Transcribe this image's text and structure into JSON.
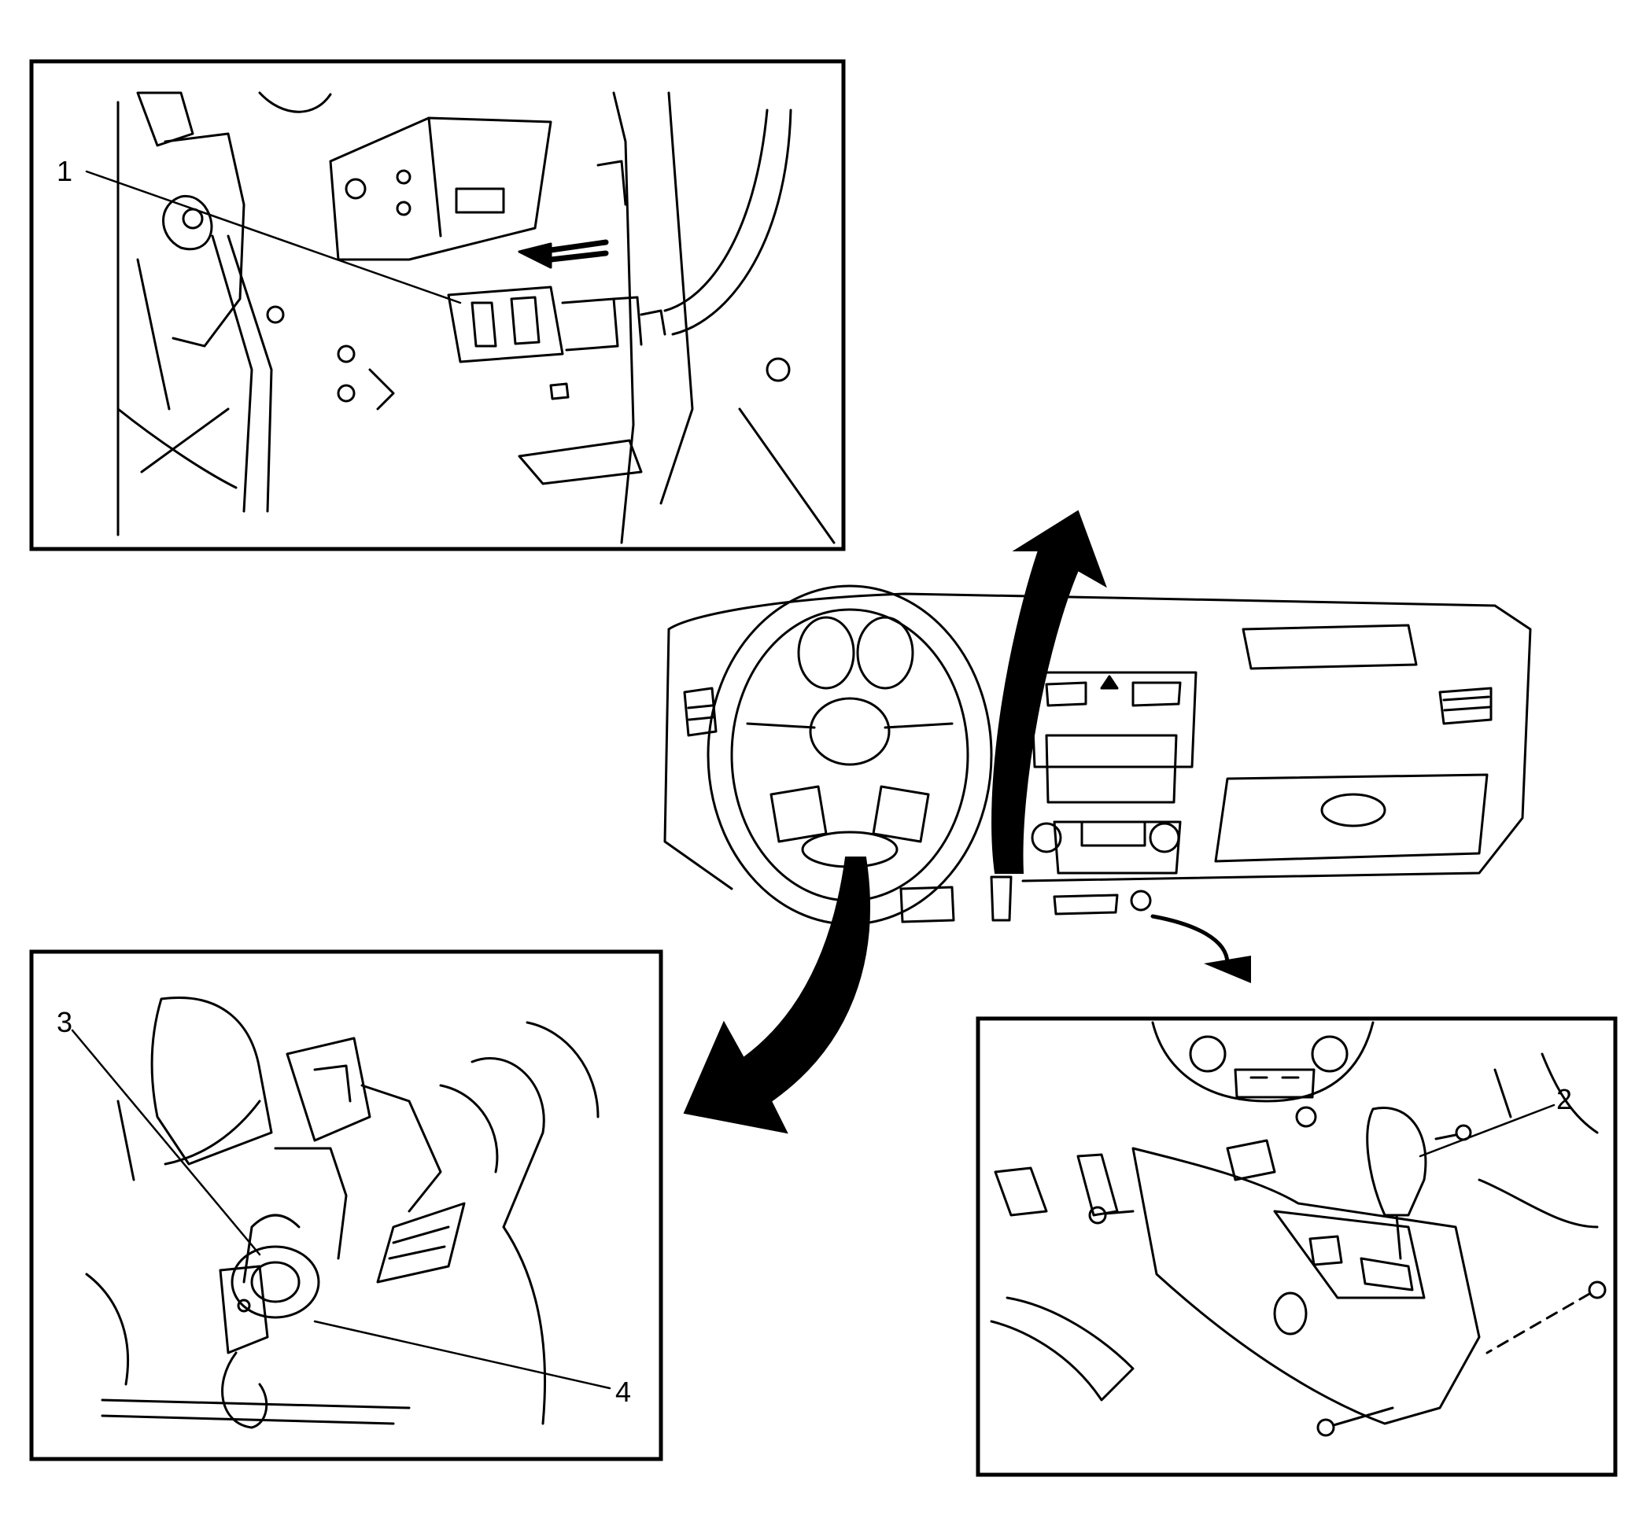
{
  "diagram": {
    "callouts": {
      "c1": "1",
      "c2": "2",
      "c3": "3",
      "c4": "4"
    },
    "colors": {
      "ink": "#000000",
      "paper": "#ffffff"
    },
    "panels": [
      "connector-detail",
      "ignition-switch-detail",
      "shift-console-detail"
    ],
    "overview": "instrument-panel"
  }
}
